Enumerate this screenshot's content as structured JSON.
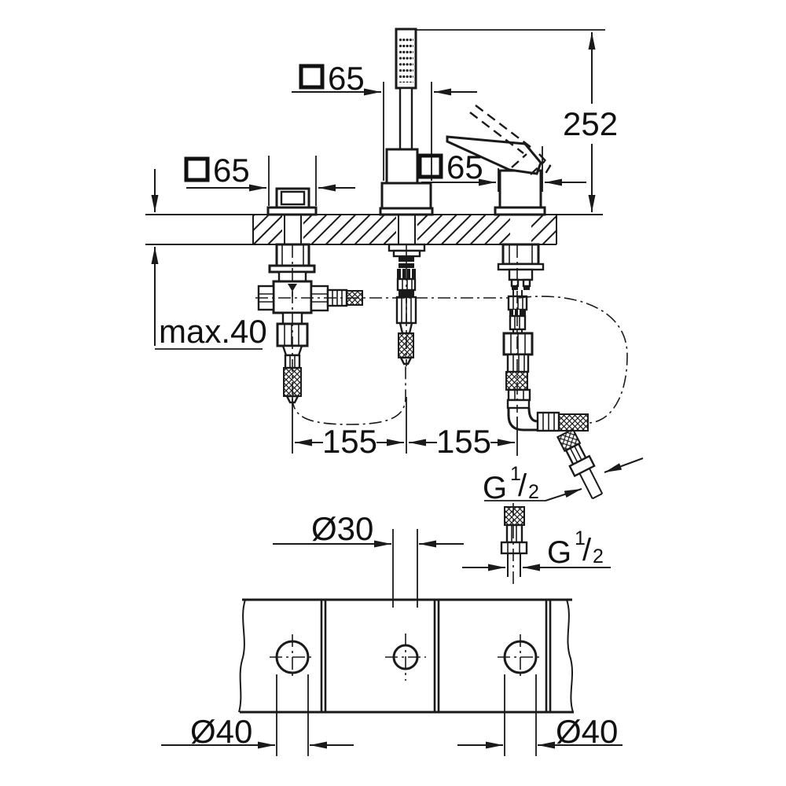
{
  "drawing": {
    "type": "technical-installation-drawing",
    "product": "3-hole deck-mounted bath combination with hand shower and single lever mixer",
    "line_color": "#1a1a1a",
    "background_color": "#ffffff",
    "square_symbol": "□",
    "diameter_symbol": "Ø"
  },
  "dimensions": {
    "square65_left": "65",
    "square65_center": "65",
    "square65_right": "65",
    "height_252": "252",
    "max40": "max.40",
    "spacing_155_left": "155",
    "spacing_155_right": "155",
    "dia30": "Ø30",
    "dia40_left": "Ø40",
    "dia40_right": "Ø40",
    "g_half_diagonal": {
      "g": "G",
      "num": "1",
      "slash": "/",
      "den": "2"
    },
    "g_half_vertical": {
      "g": "G",
      "num": "1",
      "slash": "/",
      "den": "2"
    }
  }
}
